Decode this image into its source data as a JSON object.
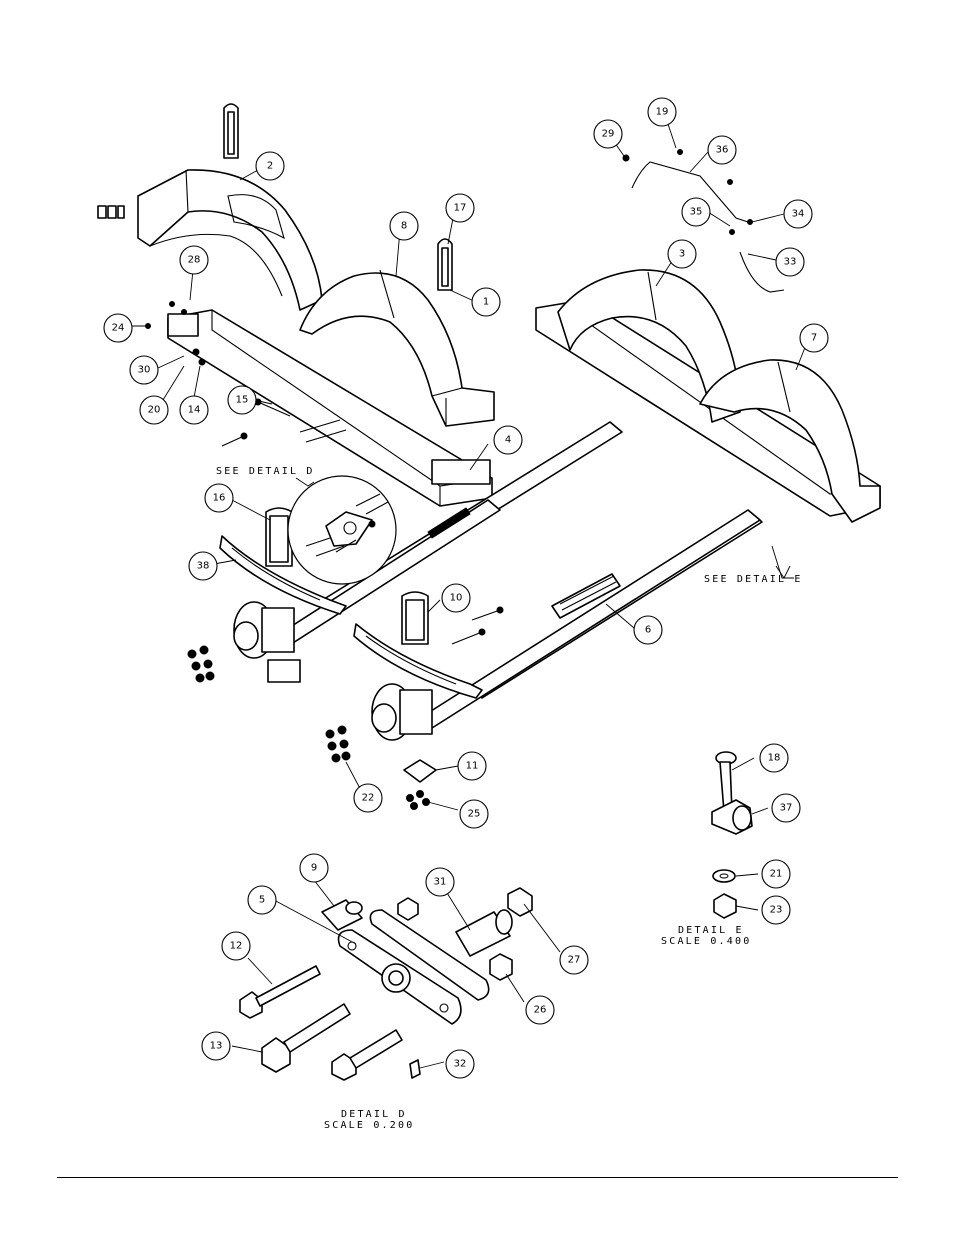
{
  "callouts": [
    {
      "id": "c1",
      "text": "1"
    },
    {
      "id": "c2",
      "text": "2"
    },
    {
      "id": "c3",
      "text": "3"
    },
    {
      "id": "c4",
      "text": "4"
    },
    {
      "id": "c5",
      "text": "5"
    },
    {
      "id": "c6",
      "text": "6"
    },
    {
      "id": "c7",
      "text": "7"
    },
    {
      "id": "c8",
      "text": "8"
    },
    {
      "id": "c9",
      "text": "9"
    },
    {
      "id": "c10",
      "text": "10"
    },
    {
      "id": "c11",
      "text": "11"
    },
    {
      "id": "c12",
      "text": "12"
    },
    {
      "id": "c13",
      "text": "13"
    },
    {
      "id": "c14",
      "text": "14"
    },
    {
      "id": "c15",
      "text": "15"
    },
    {
      "id": "c16",
      "text": "16"
    },
    {
      "id": "c17",
      "text": "17"
    },
    {
      "id": "c18",
      "text": "18"
    },
    {
      "id": "c19",
      "text": "19"
    },
    {
      "id": "c20",
      "text": "20"
    },
    {
      "id": "c21",
      "text": "21"
    },
    {
      "id": "c22",
      "text": "22"
    },
    {
      "id": "c23",
      "text": "23"
    },
    {
      "id": "c24",
      "text": "24"
    },
    {
      "id": "c25",
      "text": "25"
    },
    {
      "id": "c26",
      "text": "26"
    },
    {
      "id": "c27",
      "text": "27"
    },
    {
      "id": "c28",
      "text": "28"
    },
    {
      "id": "c29",
      "text": "29"
    },
    {
      "id": "c30",
      "text": "30"
    },
    {
      "id": "c31",
      "text": "31"
    },
    {
      "id": "c32",
      "text": "32"
    },
    {
      "id": "c33",
      "text": "33"
    },
    {
      "id": "c34",
      "text": "34"
    },
    {
      "id": "c35",
      "text": "35"
    },
    {
      "id": "c36",
      "text": "36"
    },
    {
      "id": "c37",
      "text": "37"
    },
    {
      "id": "c38",
      "text": "38"
    }
  ],
  "labels": {
    "see_detail_d": "SEE DETAIL  D",
    "see_detail_e": "SEE DETAIL  E",
    "detail_d_title": "DETAIL  D",
    "detail_d_scale": "SCALE  0.200",
    "detail_e_title": "DETAIL  E",
    "detail_e_scale": "SCALE  0.400"
  }
}
